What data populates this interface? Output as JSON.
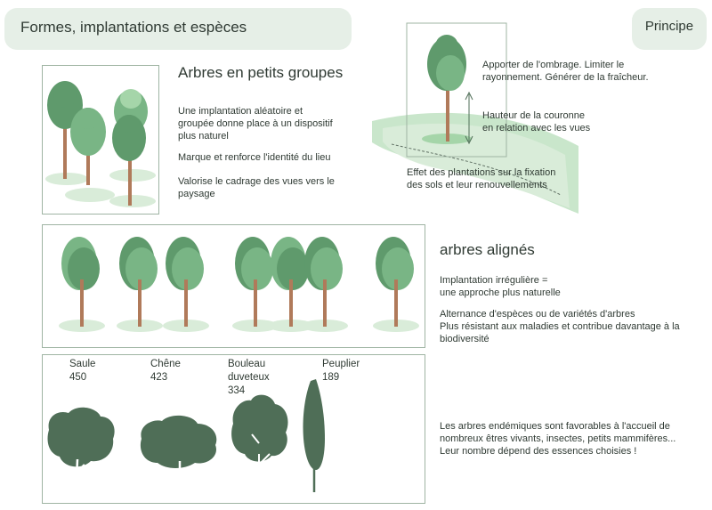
{
  "header": {
    "title": "Formes, implantations et espèces",
    "principe": "Principe"
  },
  "groupes": {
    "title": "Arbres en petits groupes",
    "p1": "Une implantation aléatoire et\ngroupée donne place à un dispositif\nplus naturel",
    "p2": "Marque et renforce l'identité du lieu",
    "p3": "Valorise le cadrage des vues vers le\npaysage"
  },
  "principe": {
    "a1": "Apporter de l'ombrage. Limiter le\nrayonnement. Générer de la fraîcheur.",
    "a2": "Hauteur de la couronne\nen relation avec les vues",
    "a3": "Effet des plantations sur la fixation\ndes sols et leur renouvellements"
  },
  "alignes": {
    "title": "arbres alignés",
    "p1": "Implantation irrégulière =\nune approche plus naturelle",
    "p2": "Alternance d'espèces ou de variétés d'arbres\nPlus résistant aux maladies et contribue davantage à la\nbiodiversité"
  },
  "especes": {
    "items": [
      {
        "name": "Saule",
        "count": "450"
      },
      {
        "name": "Chêne",
        "count": "423"
      },
      {
        "name": "Bouleau\nduveteux",
        "count": "334"
      },
      {
        "name": "Peuplier",
        "count": "189"
      }
    ],
    "text": "Les arbres endémiques sont favorables à l'accueil de\nnombreux êtres vivants, insectes, petits mammifères...\nLeur nombre dépend des essences choisies !"
  },
  "colors": {
    "dark": "#5f9a6c",
    "mid": "#79b585",
    "light": "#a5d5a9",
    "trunk": "#b07a5a",
    "shadow": "#d9ecd9",
    "silhouette": "#4f6e57"
  }
}
